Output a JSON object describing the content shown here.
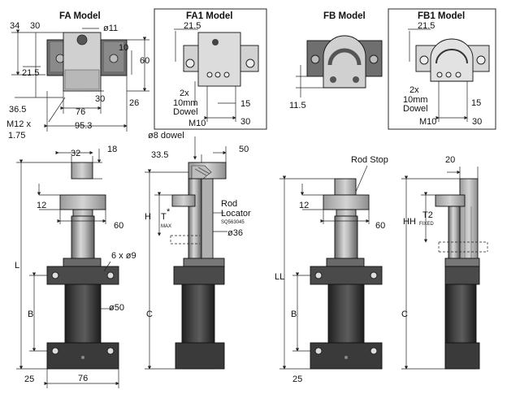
{
  "titles": {
    "fa": "FA Model",
    "fa1": "FA1 Model",
    "fb": "FB Model",
    "fb1": "FB1 Model"
  },
  "fa": {
    "d34": "34",
    "d30a": "30",
    "d11": "ø11",
    "d10": "10",
    "d60": "60",
    "d21_5": "21.5",
    "d26": "26",
    "d36_5": "36.5",
    "d30b": "30",
    "d76": "76",
    "m12a": "M12 x",
    "m12b": "1.75",
    "d95_3": "95.3"
  },
  "fa1": {
    "d21_5": "21.5",
    "x2": "2x",
    "dowel_a": "10mm",
    "dowel_b": "Dowel",
    "d15": "15",
    "m10": "M10",
    "d30": "30"
  },
  "fb": {
    "d11_5": "11.5"
  },
  "fb1": {
    "d21_5": "21.5",
    "x2": "2x",
    "dowel_a": "10mm",
    "dowel_b": "Dowel",
    "d15": "15",
    "m10": "M10",
    "d30": "30"
  },
  "lower_left": {
    "d32": "32",
    "d18": "18",
    "d12": "12",
    "d60": "60",
    "holes": "6 x ø9",
    "d50": "ø50",
    "L": "L",
    "B": "B",
    "d25": "25",
    "d76": "76"
  },
  "lower_mid": {
    "dowel8": "ø8 dowel",
    "d33_5": "33.5",
    "d50": "50",
    "H": "H",
    "T": "T",
    "star": "*",
    "max": "MAX",
    "rod_a": "Rod",
    "rod_b": "Locator",
    "rod_c": "SQ563045",
    "d36": "ø36",
    "C": "C"
  },
  "lower_right": {
    "rodstop": "Rod Stop",
    "d20": "20",
    "d12": "12",
    "d60": "60",
    "LL": "LL",
    "HH": "HH",
    "T2": "T2",
    "fixed": "FIXED",
    "B": "B",
    "C": "C",
    "d25": "25"
  }
}
